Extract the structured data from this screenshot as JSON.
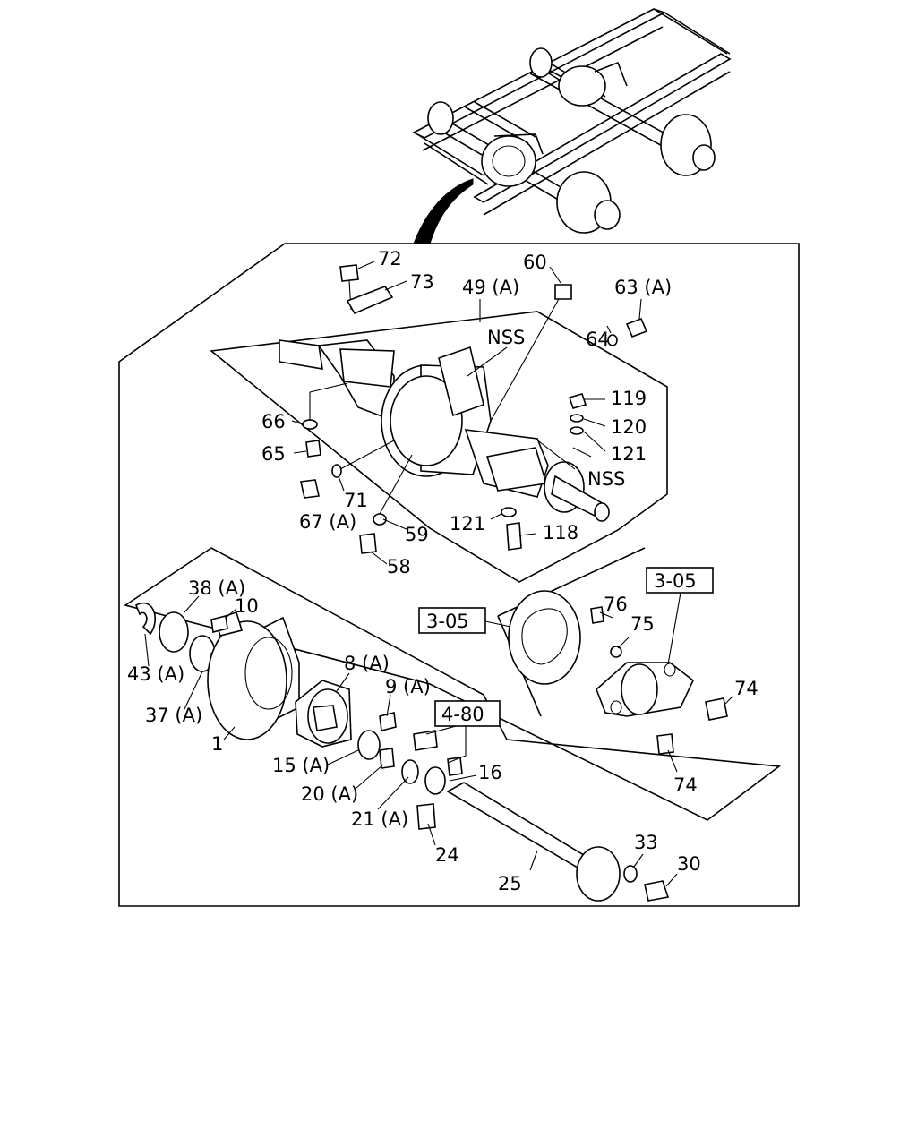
{
  "labels": {
    "p72": "72",
    "p73": "73",
    "p49": "49 (A)",
    "p60": "60",
    "p63": "63 (A)",
    "p64": "64",
    "nss1": "NSS",
    "p119": "119",
    "p120": "120",
    "p121a": "121",
    "nss2": "NSS",
    "p66": "66",
    "p65": "65",
    "p71": "71",
    "p67": "67 (A)",
    "p59": "59",
    "p121b": "121",
    "p118": "118",
    "p58": "58",
    "p38": "38 (A)",
    "p10": "10",
    "p43": "43 (A)",
    "p37": "37 (A)",
    "p8": "8 (A)",
    "p9": "9 (A)",
    "p1": "1",
    "p15": "15 (A)",
    "p20": "20 (A)",
    "p21": "21 (A)",
    "p16": "16",
    "p24": "24",
    "p25": "25",
    "p33": "33",
    "p30": "30",
    "p76": "76",
    "p75": "75",
    "p74a": "74",
    "p74b": "74"
  },
  "refs": {
    "r305a": "3-05",
    "r305b": "3-05",
    "r480": "4-80"
  }
}
